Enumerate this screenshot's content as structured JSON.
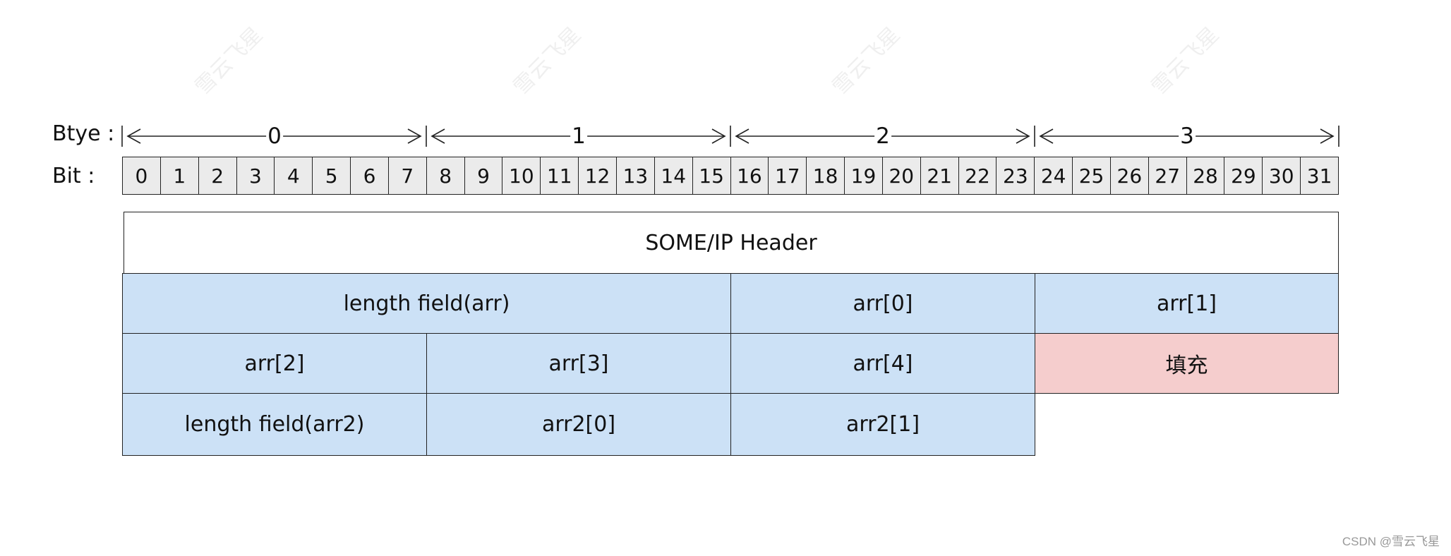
{
  "labels": {
    "byte_row": "Btye :",
    "bit_row": "Bit :"
  },
  "bytes": [
    "0",
    "1",
    "2",
    "3"
  ],
  "bits": [
    "0",
    "1",
    "2",
    "3",
    "4",
    "5",
    "6",
    "7",
    "8",
    "9",
    "10",
    "11",
    "12",
    "13",
    "14",
    "15",
    "16",
    "17",
    "18",
    "19",
    "20",
    "21",
    "22",
    "23",
    "24",
    "25",
    "26",
    "27",
    "28",
    "29",
    "30",
    "31"
  ],
  "fields": {
    "header": "SOME/IP Header",
    "length_arr": "length field(arr)",
    "arr0": "arr[0]",
    "arr1": "arr[1]",
    "arr2": "arr[2]",
    "arr3": "arr[3]",
    "arr4": "arr[4]",
    "padding": "填充",
    "length_arr2": "length field(arr2)",
    "arr2_0": "arr2[0]",
    "arr2_1": "arr2[1]"
  },
  "colors": {
    "data_fill": "#cce1f6",
    "padding_fill": "#f5cdcd",
    "bit_fill": "#ebebeb"
  },
  "watermark": "雪云飞星",
  "footer": "CSDN @雪云飞星"
}
